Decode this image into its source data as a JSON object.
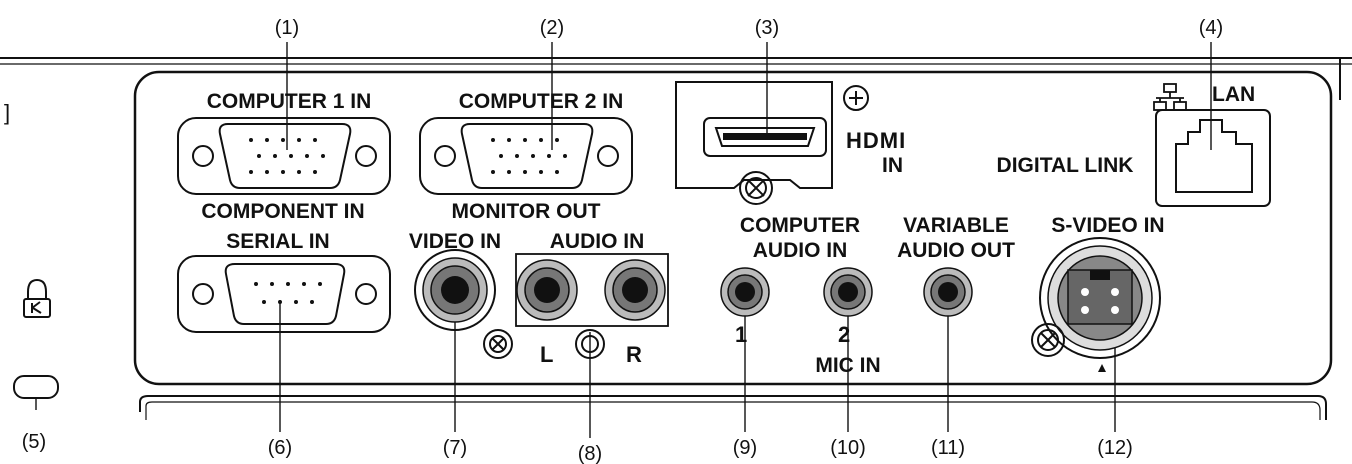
{
  "callouts": [
    "(1)",
    "(2)",
    "(3)",
    "(4)",
    "(5)",
    "(6)",
    "(7)",
    "(8)",
    "(9)",
    "(10)",
    "(11)",
    "(12)"
  ],
  "labels": {
    "computer1_in": "COMPUTER 1 IN",
    "component_in": "COMPONENT IN",
    "computer2_in": "COMPUTER 2 IN",
    "monitor_out": "MONITOR OUT",
    "hdmi_logo": "HDMI",
    "hdmi_in": "IN",
    "lan": "LAN",
    "digital_link": "DIGITAL LINK",
    "serial_in": "SERIAL IN",
    "video_in": "VIDEO IN",
    "audio_in": "AUDIO IN",
    "audio_l": "L",
    "audio_r": "R",
    "computer_audio_in_1": "COMPUTER",
    "computer_audio_in_2": "AUDIO IN",
    "jack_1": "1",
    "jack_2": "2",
    "mic_in": "MIC IN",
    "variable_audio_out_1": "VARIABLE",
    "variable_audio_out_2": "AUDIO OUT",
    "s_video_in": "S-VIDEO IN",
    "left_bracket": "]"
  },
  "icons": [
    "network-icon",
    "kensington-lock-icon",
    "plus-circle-icon",
    "triangle-marker-icon"
  ]
}
